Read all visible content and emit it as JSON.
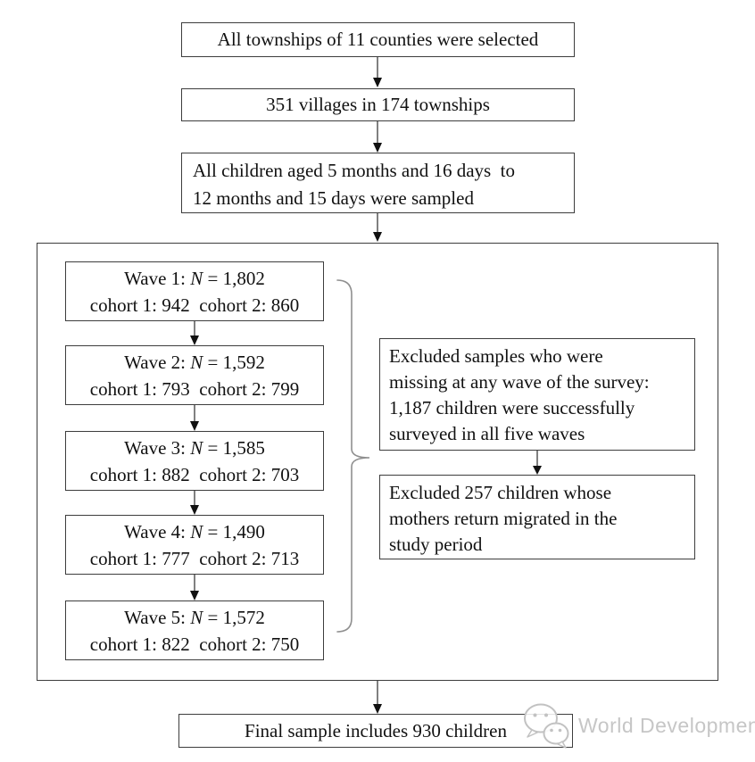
{
  "flow": {
    "top_boxes": {
      "counties": "All townships of 11 counties were selected",
      "villages": "351 villages in 174 townships",
      "sampling_lines": [
        "All children aged 5 months and 16 days  to",
        "12 months and 15 days were sampled"
      ]
    },
    "waves": [
      {
        "prefix": "Wave 1: ",
        "n": "N",
        "value": " = 1,802",
        "cohorts": "cohort 1: 942  cohort 2: 860"
      },
      {
        "prefix": "Wave 2: ",
        "n": "N",
        "value": " = 1,592",
        "cohorts": "cohort 1: 793  cohort 2: 799"
      },
      {
        "prefix": "Wave 3: ",
        "n": "N",
        "value": " = 1,585",
        "cohorts": "cohort 1: 882  cohort 2: 703"
      },
      {
        "prefix": "Wave 4: ",
        "n": "N",
        "value": " = 1,490",
        "cohorts": "cohort 1: 777  cohort 2: 713"
      },
      {
        "prefix": "Wave 5: ",
        "n": "N",
        "value": " = 1,572",
        "cohorts": "cohort 1: 822  cohort 2: 750"
      }
    ],
    "exclusions": {
      "missing_lines": [
        "Excluded samples who were",
        "missing at any wave of the survey:",
        "1,187 children were successfully",
        "surveyed in all five waves"
      ],
      "migrated_lines": [
        "Excluded 257 children whose",
        "mothers return migrated in the",
        "study period"
      ]
    },
    "final_box": "Final sample includes 930 children"
  },
  "watermark": {
    "icon": "wechat-icon",
    "text": "World Development"
  },
  "colors": {
    "box_border": "#3d3d3d",
    "text": "#111111",
    "arrow_line": "#4a4a4a",
    "arrow_head": "#111111",
    "brace": "#8f8f8f",
    "watermark": "#c6c6c6",
    "background": "#ffffff"
  }
}
